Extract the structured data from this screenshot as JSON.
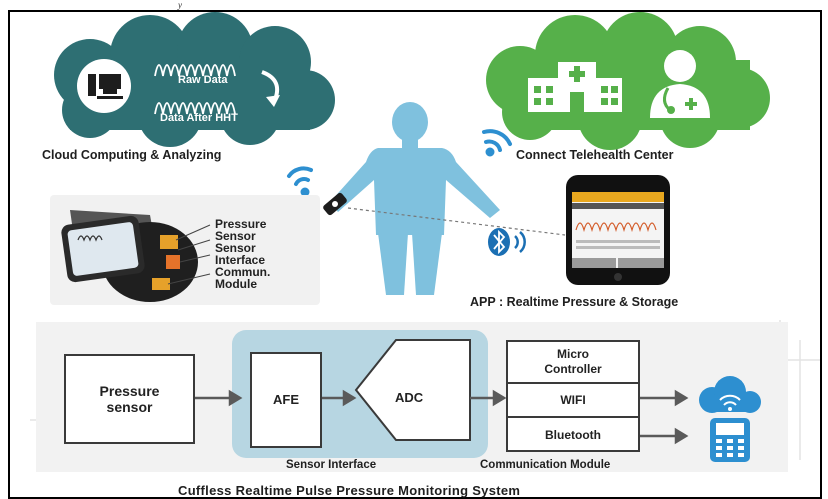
{
  "header_fragment": "y",
  "cloud_left": {
    "raw_data": "Raw Data",
    "data_after": "Data After HHT",
    "caption": "Cloud Computing & Analyzing"
  },
  "cloud_right": {
    "caption": "Connect Telehealth Center"
  },
  "watch": {
    "labels": [
      "Pressure",
      "Sensor",
      "Sensor",
      "Interface",
      "Commun.",
      "Module"
    ]
  },
  "app": {
    "caption": "APP : Realtime Pressure & Storage"
  },
  "block_diagram": {
    "pressure_sensor": [
      "Pressure",
      "sensor"
    ],
    "afe": "AFE",
    "adc": "ADC",
    "micro_controller": [
      "Micro",
      "Controller"
    ],
    "wifi": "WIFI",
    "bluetooth": "Bluetooth",
    "sensor_interface": "Sensor Interface",
    "communication_module": "Communication Module"
  },
  "title": "Cuffless Realtime Pulse Pressure Monitoring System",
  "colors": {
    "cloud_left": "#2e6f73",
    "cloud_right": "#56b04a",
    "person": "#7fc1de",
    "wifi": "#2d8fd0",
    "afe_panel": "#b7d6e2"
  }
}
